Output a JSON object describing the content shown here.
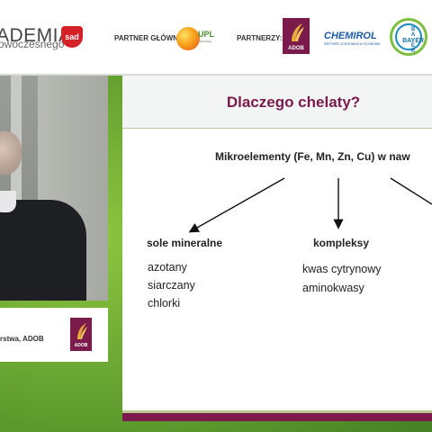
{
  "header": {
    "logo_line1": "ADEMIA",
    "logo_line2": "owoczesnego",
    "logo_badge": "sad",
    "main_partner_label": "PARTNER GŁÓWNY:",
    "upl_name": "UPL",
    "upl_tagline": "OpenAg",
    "partners_label": "PARTNERZY:",
    "adob_name": "ADOB",
    "chemirol_name": "CHEMIROL",
    "chemirol_tagline": "PARTNER OGRODNIKA W OCHRONIE",
    "bayer_h": "BAYER",
    "bayer_v": [
      "B",
      "A",
      "Y",
      "E",
      "R"
    ]
  },
  "speaker": {
    "title_fragment": "rstwa, ADOB",
    "logo": "ADOB"
  },
  "slide": {
    "title": "Dlaczego chelaty?",
    "root": "Mikroelementy (Fe, Mn, Zn, Cu) w naw",
    "groups": [
      {
        "heading": "sole mineralne",
        "items": [
          "azotany",
          "siarczany",
          "chlorki"
        ]
      },
      {
        "heading": "kompleksy",
        "items": [
          "kwas cytrynowy",
          "aminokwasy"
        ]
      }
    ]
  },
  "colors": {
    "accent": "#7a1b4b",
    "background_green": "#6fa83a"
  }
}
